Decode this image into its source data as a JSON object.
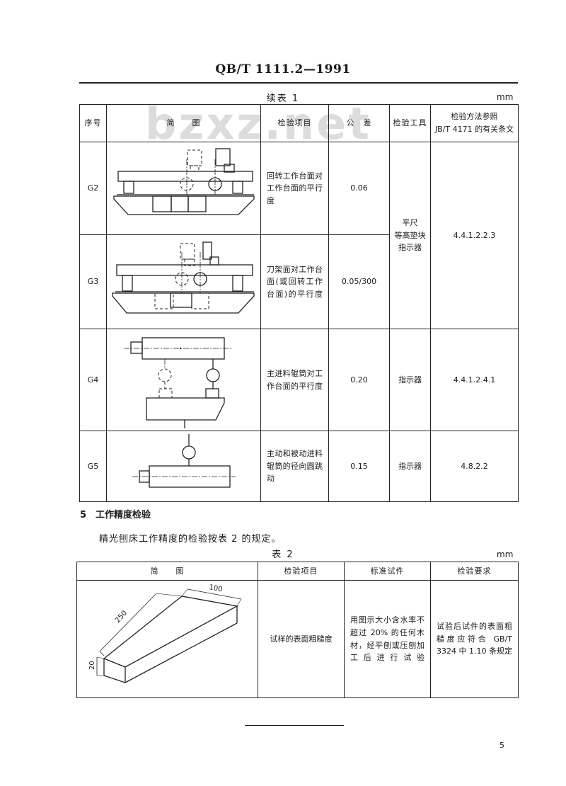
{
  "header": {
    "title": "QB/T 1111.2—1991"
  },
  "table1": {
    "caption": "续表 1",
    "unit": "mm",
    "headers": {
      "no": "序号",
      "diagram": "简　　图",
      "item": "检验项目",
      "tolerance": "公　差",
      "tool": "检验工具",
      "method_line1": "检验方法参照",
      "method_line2": "JB/T 4171 的有关条文"
    },
    "rows": [
      {
        "no": "G2",
        "item": "回转工作台面对工作台面的平行度",
        "tolerance": "0.06"
      },
      {
        "no": "G3",
        "item": "刀架面对工作台面(或回转工作台面)的平行度",
        "tolerance": "0.05/300"
      },
      {
        "no": "G4",
        "item": "主进料辊筒对工作台面的平行度",
        "tolerance": "0.20",
        "tool": "指示器",
        "method": "4.4.1.2.4.1"
      },
      {
        "no": "G5",
        "item": "主动和被动进料辊筒的径向圆跳动",
        "tolerance": "0.15",
        "tool": "指示器",
        "method": "4.8.2.2"
      }
    ],
    "merged_tool": {
      "line1": "平尺",
      "line2": "等高垫块",
      "line3": "指示器"
    },
    "merged_method": "4.4.1.2.2.3"
  },
  "section5": {
    "heading": "5　工作精度检验",
    "paragraph": "精光刨床工作精度的检验按表 2 的规定。"
  },
  "table2": {
    "caption": "表 2",
    "unit": "mm",
    "headers": {
      "diagram": "简　　图",
      "item": "检验项目",
      "specimen": "标准试件",
      "requirement": "检验要求"
    },
    "row": {
      "item": "试样的表面粗糙度",
      "specimen": "用图示大小含水率不超过 20% 的任何木材，经平刨或压刨加工后进行试验",
      "requirement": "试验后试件的表面粗糙度应符合 GB/T 3324 中 1.10 条规定"
    },
    "dims": {
      "length": "250",
      "width": "100",
      "height": "20"
    }
  },
  "watermark": "bzxz.net",
  "page_number": "5"
}
